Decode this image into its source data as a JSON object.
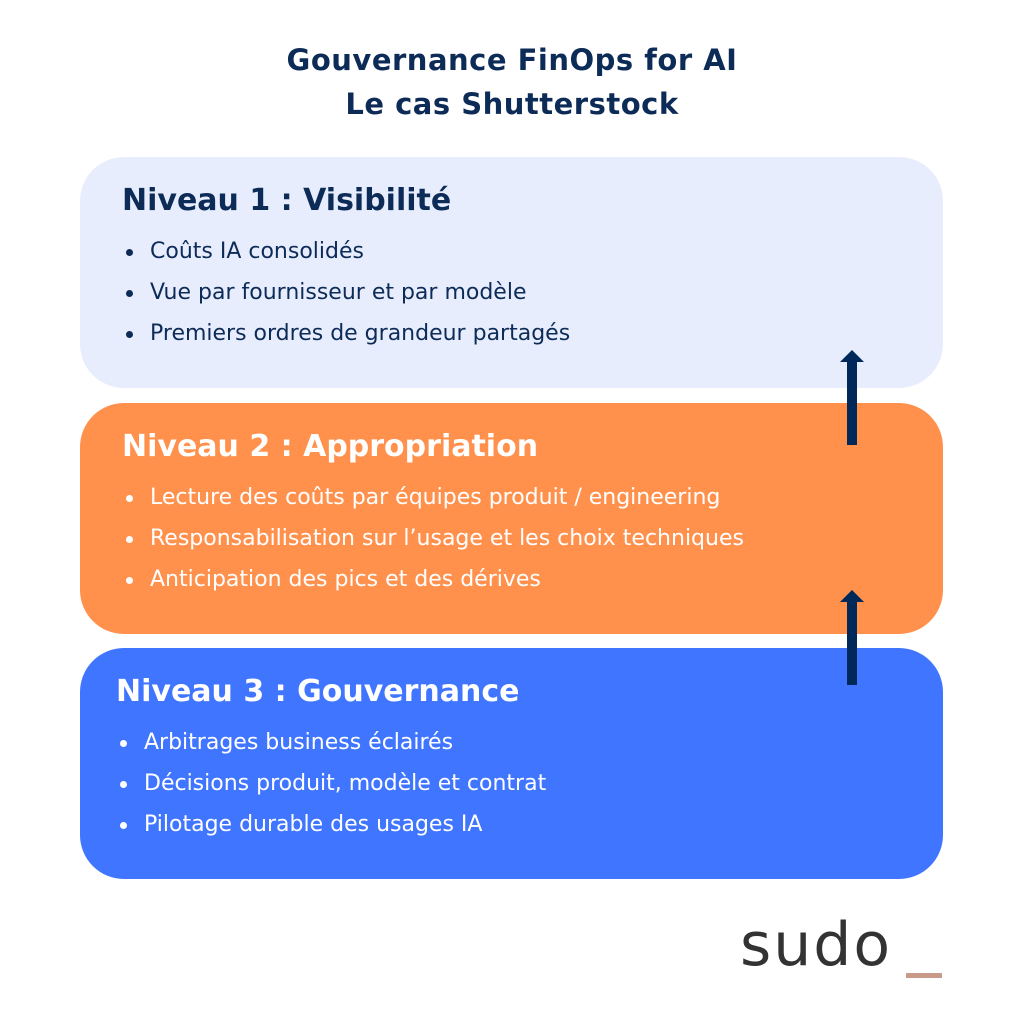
{
  "title": {
    "line1": "Gouvernance FinOps for AI",
    "line2": "Le cas Shutterstock"
  },
  "levels": [
    {
      "heading": "Niveau 1 : Visibilité",
      "items": [
        "Coûts IA consolidés",
        "Vue par fournisseur et par modèle",
        "Premiers ordres de grandeur partagés"
      ],
      "color": "#e7edfd"
    },
    {
      "heading": "Niveau 2 : Appropriation",
      "items": [
        "Lecture des coûts par équipes produit / engineering",
        "Responsabilisation sur l’usage et les choix techniques",
        "Anticipation des pics et des dérives"
      ],
      "color": "#ff914d"
    },
    {
      "heading": "Niveau 3 : Gouvernance",
      "items": [
        "Arbitrages business éclairés",
        "Décisions produit, modèle et contrat",
        "Pilotage durable des usages IA"
      ],
      "color": "#4075ff"
    }
  ],
  "arrow_color": "#00295a",
  "logo": "sudo_"
}
